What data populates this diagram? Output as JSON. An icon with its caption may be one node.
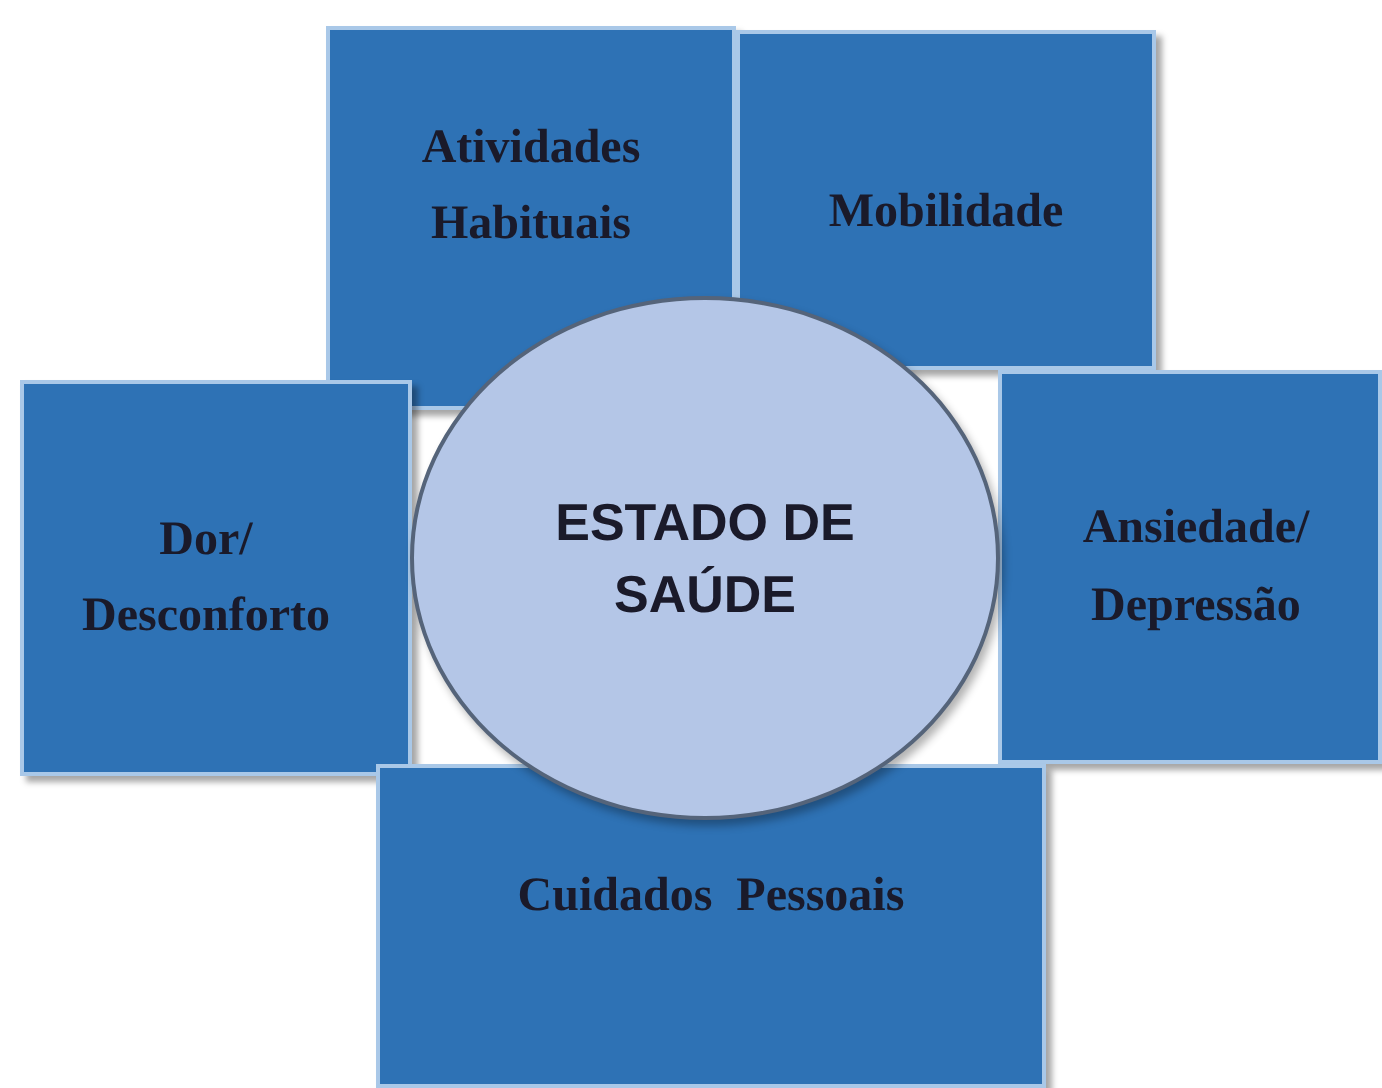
{
  "diagram": {
    "nodes": [
      {
        "text": [
          "Atividades Habituais"
        ]
      },
      {
        "text": [
          "Mobilidade"
        ]
      },
      {
        "text": [
          "Dor/ Desconforto"
        ]
      },
      {
        "text": [
          "ESTADO DE SAÚDE"
        ]
      },
      {
        "text": [
          "Ansiedade/ Depressão"
        ]
      },
      {
        "text": [
          "Cuidados  Pessoais"
        ]
      }
    ]
  }
}
